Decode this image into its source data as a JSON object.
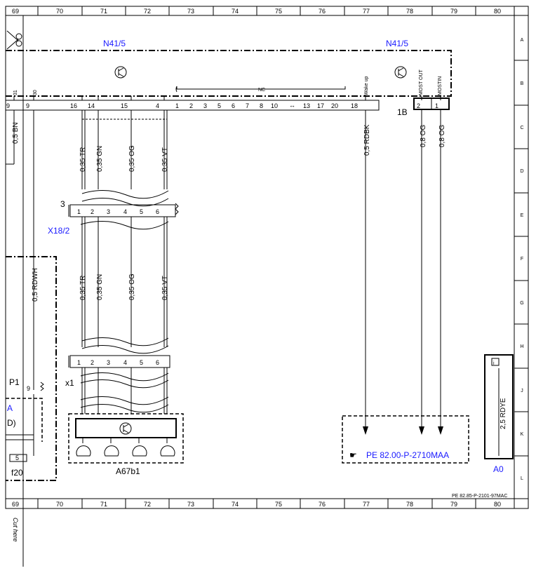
{
  "grid": {
    "columns": [
      "69",
      "70",
      "71",
      "72",
      "73",
      "74",
      "75",
      "76",
      "77",
      "78",
      "79",
      "80"
    ],
    "rows": [
      "A",
      "B",
      "C",
      "D",
      "E",
      "F",
      "G",
      "H",
      "J",
      "K",
      "L"
    ]
  },
  "components": {
    "n41_left": "N41/5",
    "n41_right": "N41/5",
    "x18": "X18/2",
    "x18_num": "3",
    "x1": "x1",
    "a67": "A67b1",
    "p1": "P1",
    "f20": "f20",
    "a0": "A0",
    "one_b": "1B",
    "a_frag": "A",
    "d_frag": "D)"
  },
  "labels": {
    "nc": "NC",
    "wake_up": "Wake up",
    "most_out": "MOST OUT",
    "most_in": "MOSTIN",
    "cut_here": "Cut here",
    "doc_code": "PE 82.85-P-2101-97MAC",
    "ref_link": "PE 82.00-P-2710MAA"
  },
  "pins": {
    "top_left": [
      "9",
      "9"
    ],
    "top_left_small": [
      "31",
      "30"
    ],
    "connector": [
      "16",
      "14",
      "15",
      "4",
      "1",
      "2",
      "3",
      "5",
      "6",
      "7",
      "8",
      "10",
      "13",
      "17",
      "20",
      "18"
    ],
    "right": [
      "2",
      "1"
    ],
    "x18": [
      "1",
      "2",
      "3",
      "4",
      "5",
      "6"
    ],
    "x1": [
      "1",
      "2",
      "3",
      "4",
      "5",
      "6"
    ],
    "p1": "9",
    "f20": "5"
  },
  "wires": {
    "bn": "0,5 BN",
    "tr": "0,35 TR",
    "gn": "0,35 GN",
    "og": "0,35 OG",
    "vt": "0,35 VT",
    "rdbk": "0,5 RDBK",
    "og_out": "0,8 OG",
    "og_in": "0,8 OG",
    "rdwh": "0,5 RDWH",
    "rdye": "2,5 RDYE"
  },
  "colors": {
    "blue": "#1a1aff",
    "line": "#000000"
  }
}
